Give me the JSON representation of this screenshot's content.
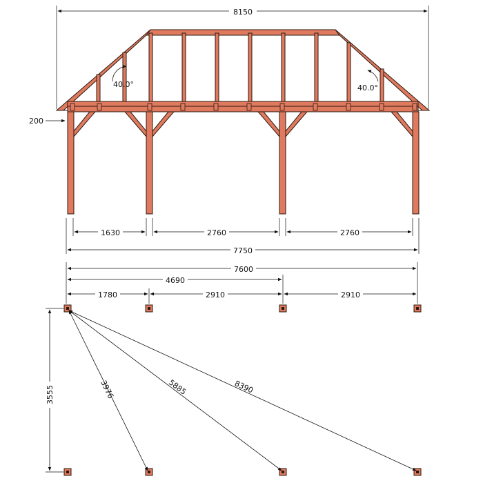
{
  "elevation": {
    "total_width": "8150",
    "eave_overhang": "200",
    "angle_left": "40.0°",
    "angle_right": "40.0°",
    "bay_left": "1630",
    "bay_mid": "2760",
    "bay_right": "2760",
    "post_span": "7750"
  },
  "plan": {
    "total": "7600",
    "to_third": "4690",
    "first": "1780",
    "second": "2910",
    "third": "2910",
    "depth": "3555",
    "diag_1": "3976",
    "diag_2": "5885",
    "diag_3": "8390"
  },
  "colors": {
    "timber": "#e07a5f",
    "outline": "#2a1a12"
  }
}
